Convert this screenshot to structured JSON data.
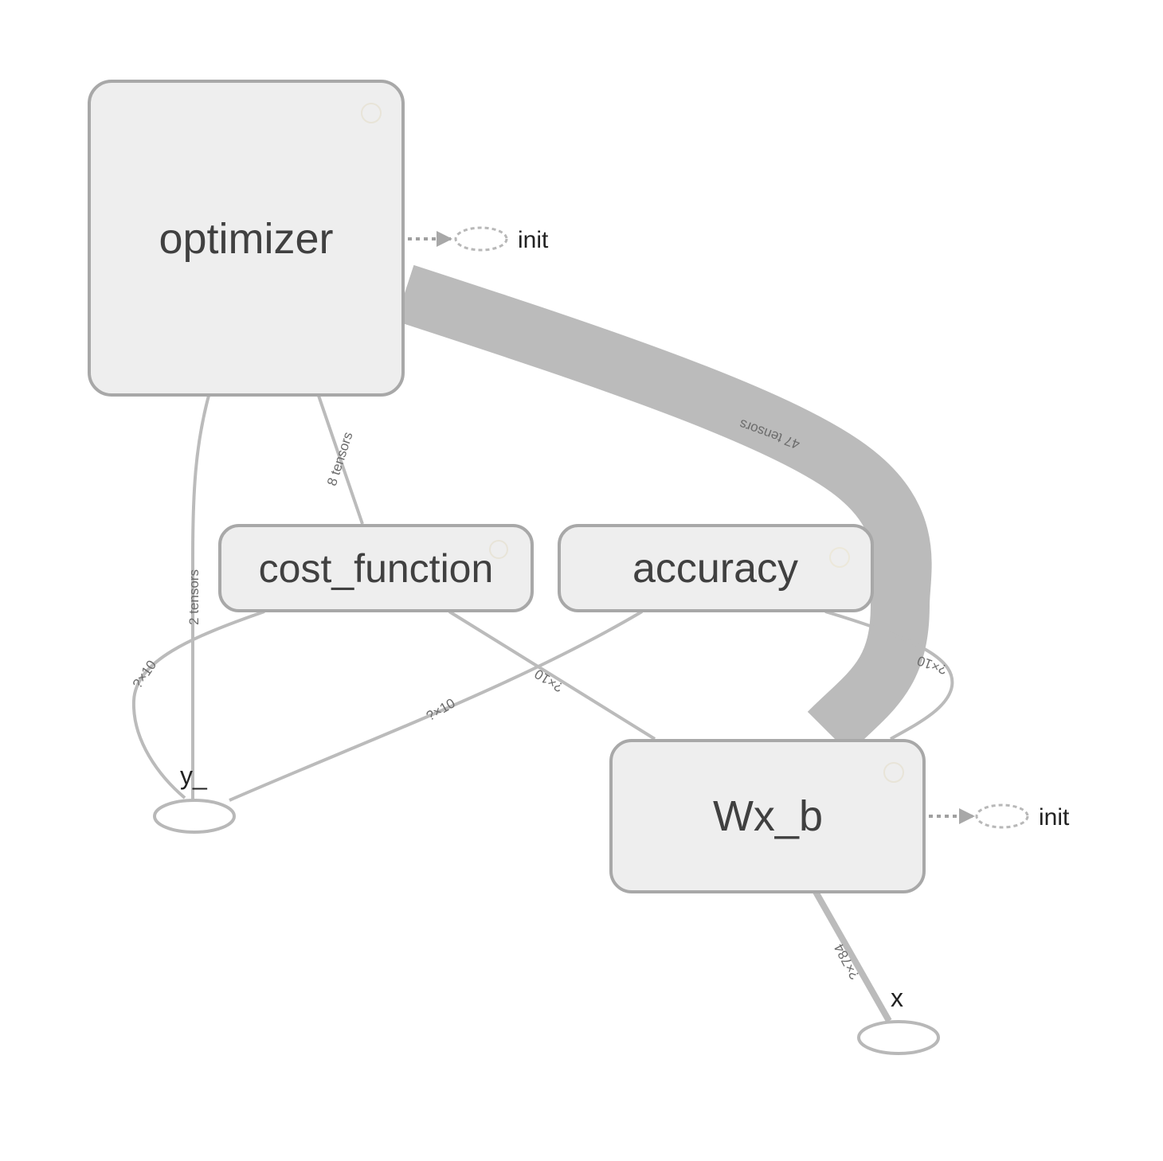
{
  "graph": {
    "nodes": {
      "optimizer": "optimizer",
      "cost_function": "cost_function",
      "accuracy": "accuracy",
      "wx_b": "Wx_b",
      "y": "y_",
      "x": "x"
    },
    "init_labels": {
      "optimizer_init": "init",
      "wxb_init": "init"
    },
    "edge_labels": {
      "optimizer_wxb": "47 tensors",
      "optimizer_cost": "8 tensors",
      "optimizer_y": "2 tensors",
      "cost_y": "?×10",
      "cost_wxb": "?×10",
      "accuracy_y": "?×10",
      "accuracy_wxb": "?×10",
      "wxb_x": "?×784"
    },
    "colors": {
      "node_fill": "#eeeeee",
      "node_stroke": "#a8a8a8",
      "edge": "#bbbbbb",
      "text": "#404040"
    }
  }
}
